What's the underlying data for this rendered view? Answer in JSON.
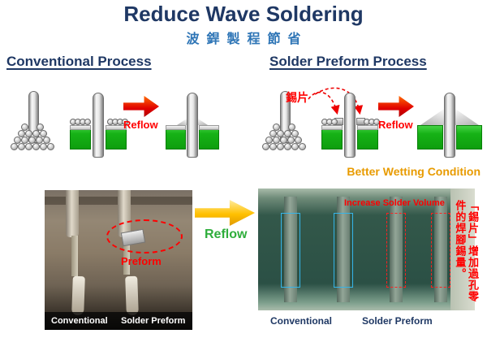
{
  "title": "Reduce Wave Soldering",
  "subtitle": "波銲製程節省",
  "headings": {
    "conventional": "Conventional Process",
    "preform": "Solder Preform Process"
  },
  "diagram": {
    "reflow_conventional": "Reflow",
    "reflow_preform": "Reflow",
    "solder_preform_chip_label": "錫片",
    "better_wetting": "Better Wetting Condition"
  },
  "bottom": {
    "reflow": "Reflow",
    "left_photo": {
      "annotation": "Preform",
      "caption_left": "Conventional",
      "caption_right": "Solder Preform"
    },
    "right_photo": {
      "annotation": "Increase Solder Volume",
      "side_note": "「錫片」增加過孔零件的焊腳錫量。",
      "caption_left": "Conventional",
      "caption_right": "Solder Preform"
    }
  },
  "colors": {
    "title_navy": "#1F3864",
    "subtitle_blue": "#2E75B6",
    "accent_red": "#FF0000",
    "pcb_green": "#14AD14",
    "wetting_orange": "#E89B00",
    "reflow_green": "#2FAE3C",
    "arrow_gold": "#FFC000"
  }
}
